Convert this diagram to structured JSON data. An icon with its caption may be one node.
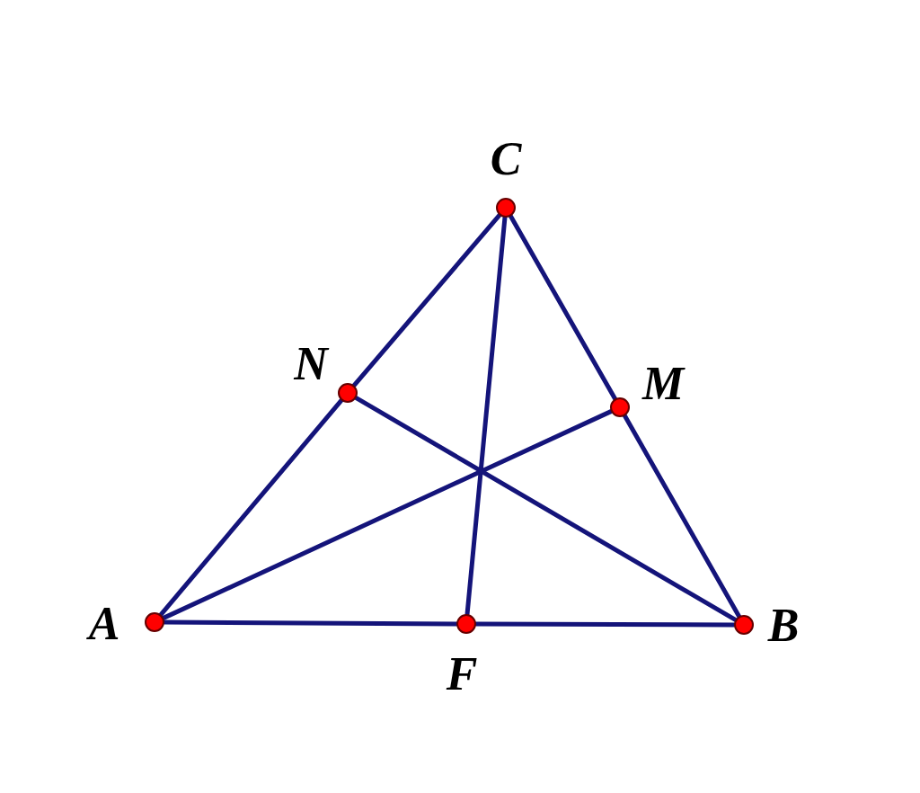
{
  "diagram": {
    "nodes": [
      {
        "text": [],
        "shape": "circle",
        "beside": [
          "C"
        ]
      },
      {
        "text": [],
        "shape": "circle",
        "beside": [
          "N"
        ]
      },
      {
        "text": [],
        "shape": "circle",
        "beside": [
          "M"
        ]
      },
      {
        "text": [],
        "shape": "circle",
        "beside": [
          "A"
        ]
      },
      {
        "text": [],
        "shape": "circle",
        "beside": [
          "F"
        ]
      },
      {
        "text": [],
        "shape": "circle",
        "beside": [
          "B"
        ]
      }
    ],
    "edges": [
      {
        "from": 3,
        "to": 1,
        "arrow": "none"
      },
      {
        "from": 1,
        "to": 0,
        "arrow": "none"
      },
      {
        "from": 0,
        "to": 2,
        "arrow": "none"
      },
      {
        "from": 2,
        "to": 5,
        "arrow": "none"
      },
      {
        "from": 3,
        "to": 4,
        "arrow": "none"
      },
      {
        "from": 4,
        "to": 5,
        "arrow": "none"
      },
      {
        "from": 0,
        "to": 4,
        "arrow": "none"
      },
      {
        "from": 3,
        "to": 2,
        "arrow": "none"
      },
      {
        "from": 1,
        "to": 5,
        "arrow": "none"
      }
    ]
  }
}
